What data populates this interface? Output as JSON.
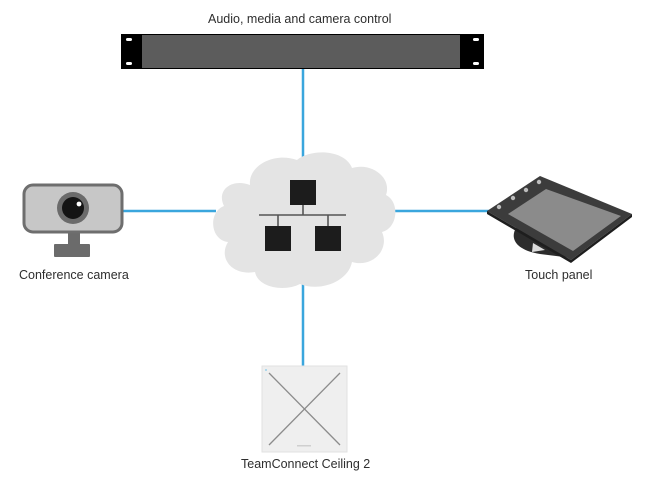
{
  "diagram": {
    "title": "Network topology",
    "connection_color": "#3aa6dd",
    "nodes": {
      "controller": {
        "label": "Audio, media and camera control",
        "type": "rack-unit"
      },
      "network": {
        "label": "",
        "type": "network-cloud"
      },
      "camera": {
        "label": "Conference camera",
        "type": "webcam"
      },
      "touch_panel": {
        "label": "Touch panel",
        "type": "tablet"
      },
      "ceiling_mic": {
        "label": "TeamConnect Ceiling 2",
        "type": "ceiling-microphone"
      }
    },
    "edges": [
      {
        "from": "network",
        "to": "controller"
      },
      {
        "from": "network",
        "to": "camera"
      },
      {
        "from": "network",
        "to": "touch_panel"
      },
      {
        "from": "network",
        "to": "ceiling_mic"
      }
    ]
  }
}
